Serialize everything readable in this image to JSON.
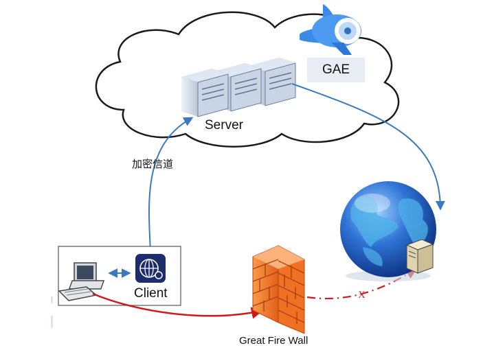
{
  "labels": {
    "server": "Server",
    "gae": "GAE",
    "encrypted_channel": "加密信道",
    "client": "Client",
    "great_fire_wall": "Great Fire Wall",
    "blocked_mark": "X"
  },
  "icons": {
    "cloud": "cloud-icon",
    "servers": "server-rack-icon",
    "gae_logo": "app-engine-logo-icon",
    "pc": "desktop-computer-icon",
    "proxy_client": "globe-gear-icon",
    "firewall": "brick-firewall-icon",
    "globe": "earth-globe-icon",
    "remote_host": "remote-server-icon"
  },
  "colors": {
    "tunnel_arrow": "#3a7bbf",
    "blocked_path": "#d0171c",
    "firewall": "#f0742a",
    "globe": "#1f5fc4",
    "client_icon_bg": "#1d2d6b"
  }
}
